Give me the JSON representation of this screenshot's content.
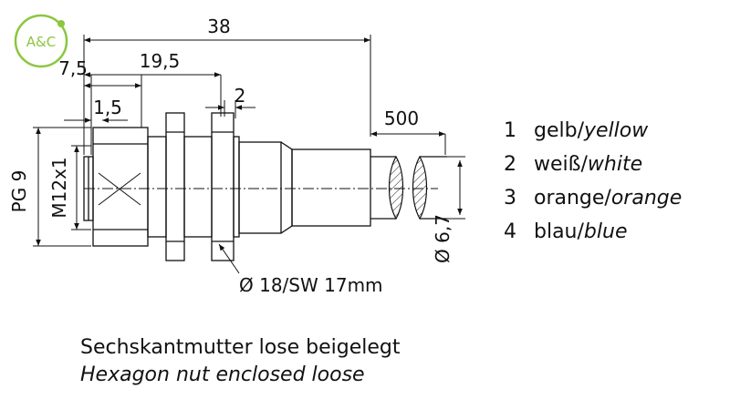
{
  "logo": {
    "text": "A&C",
    "color": "#8cc63f"
  },
  "dimensions": {
    "overall_length": "38",
    "length_19_5": "19,5",
    "length_7_5": "7,5",
    "length_1_5": "1,5",
    "length_2": "2",
    "cable_length": "500",
    "thread_pg": "PG 9",
    "thread_m12": "M12x1",
    "cable_diameter": "Ø 6,7",
    "nut_spec": "Ø 18/SW 17mm"
  },
  "wiring": [
    {
      "pin": "1",
      "de": "gelb/",
      "en": "yellow"
    },
    {
      "pin": "2",
      "de": "weiß/",
      "en": "white"
    },
    {
      "pin": "3",
      "de": "orange/",
      "en": "orange"
    },
    {
      "pin": "4",
      "de": "blau/",
      "en": "blue"
    }
  ],
  "note": {
    "de": "Sechskantmutter lose beigelegt",
    "en": "Hexagon nut enclosed loose"
  }
}
